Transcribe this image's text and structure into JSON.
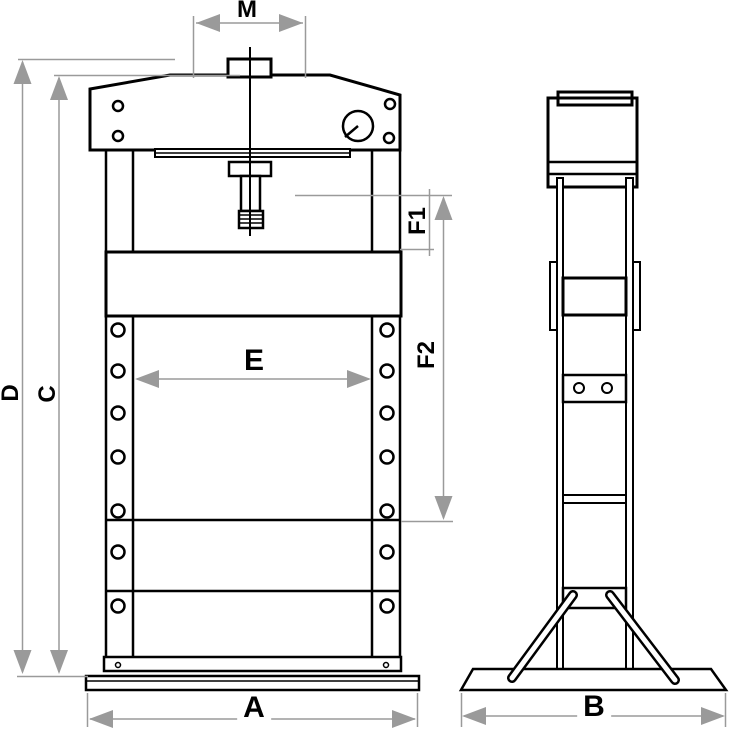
{
  "figure": {
    "background": "#ffffff",
    "line_color": "#000000",
    "dimension_color": "#9a9a9a",
    "views": {
      "front_view": "hydraulic press front elevation",
      "side_view": "hydraulic press side elevation"
    }
  },
  "dimensions": {
    "m": "M",
    "d": "D",
    "c": "C",
    "e": "E",
    "f1": "F1",
    "f2": "F2",
    "a": "A",
    "b": "B"
  }
}
